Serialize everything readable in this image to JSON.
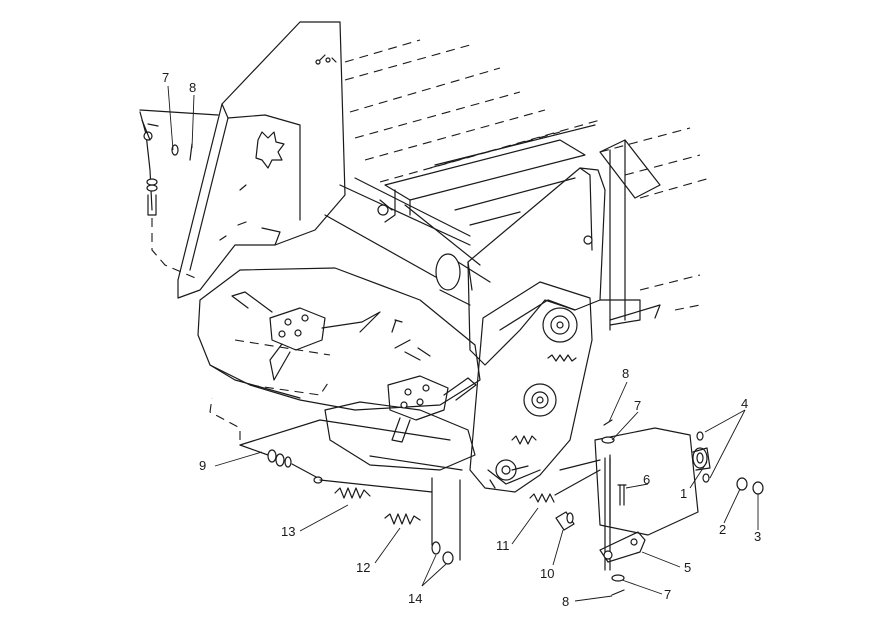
{
  "diagram": {
    "callouts": [
      {
        "id": "c7a",
        "label": "7"
      },
      {
        "id": "c8a",
        "label": "8"
      },
      {
        "id": "c8b",
        "label": "8"
      },
      {
        "id": "c7b",
        "label": "7"
      },
      {
        "id": "c4",
        "label": "4"
      },
      {
        "id": "c6",
        "label": "6"
      },
      {
        "id": "c1",
        "label": "1"
      },
      {
        "id": "c2",
        "label": "2"
      },
      {
        "id": "c3",
        "label": "3"
      },
      {
        "id": "c5",
        "label": "5"
      },
      {
        "id": "c7c",
        "label": "7"
      },
      {
        "id": "c8c",
        "label": "8"
      },
      {
        "id": "c9",
        "label": "9"
      },
      {
        "id": "c13",
        "label": "13"
      },
      {
        "id": "c12",
        "label": "12"
      },
      {
        "id": "c14",
        "label": "14"
      },
      {
        "id": "c11",
        "label": "11"
      },
      {
        "id": "c10",
        "label": "10"
      }
    ]
  }
}
